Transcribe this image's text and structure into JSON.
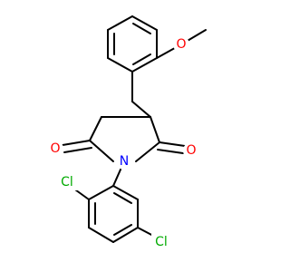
{
  "colors": {
    "C": "#000000",
    "O": "#ff0000",
    "N": "#0000ff",
    "Cl": "#00aa00"
  },
  "atoms": [
    {
      "id": "a1",
      "label": "O",
      "element": "O"
    },
    {
      "id": "a2",
      "label": "O",
      "element": "O"
    },
    {
      "id": "a3",
      "label": "O",
      "element": "O"
    },
    {
      "id": "a4",
      "label": "N",
      "element": "N"
    },
    {
      "id": "a5",
      "label": "Cl",
      "element": "Cl"
    },
    {
      "id": "a6",
      "label": "Cl",
      "element": "Cl"
    }
  ]
}
